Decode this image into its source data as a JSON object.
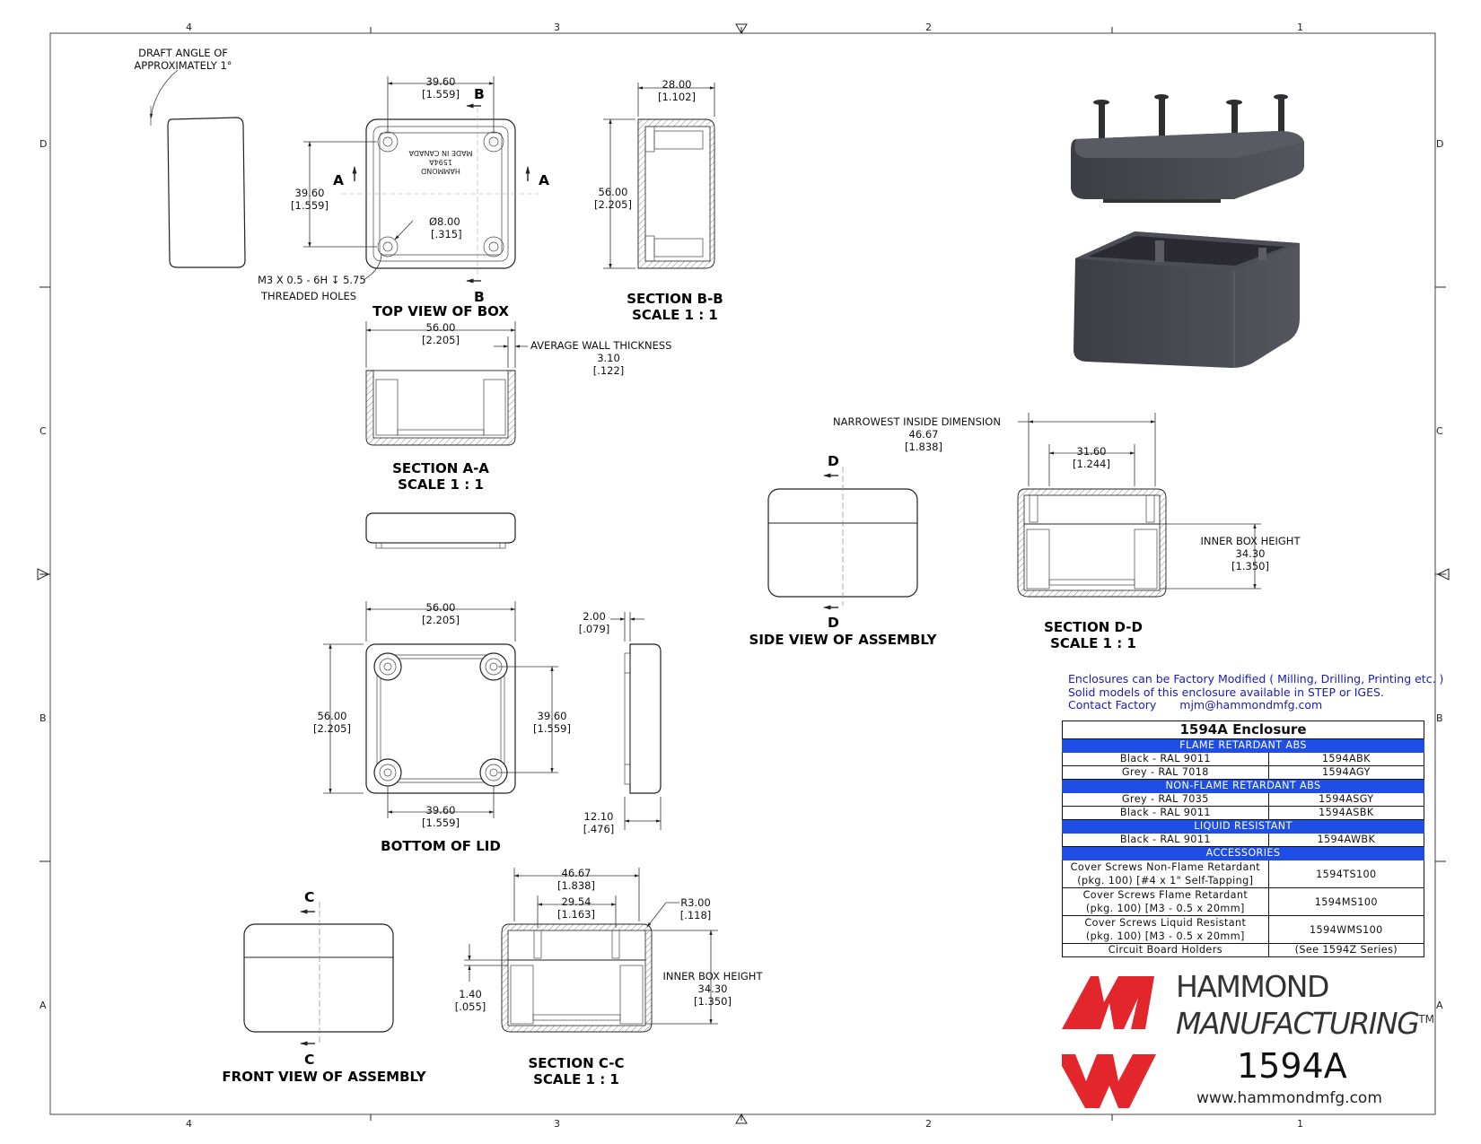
{
  "grid": {
    "columns": [
      "4",
      "3",
      "2",
      "1"
    ],
    "rows": [
      "D",
      "C",
      "B",
      "A"
    ]
  },
  "views": {
    "top_view": {
      "title": "TOP VIEW OF BOX",
      "width_dim": "39.60",
      "width_dim_in": "[1.559]",
      "height_dim": "39.60",
      "height_dim_in": "[1.559]",
      "hole_dia": "Ø8.00",
      "hole_dia_in": "[.315]",
      "thread_note_1": "M3 X 0.5 - 6H ↧ 5.75",
      "thread_note_2": "THREADED HOLES",
      "emboss_lines": [
        "HAMMOND",
        "1594A",
        "MADE IN CANADA"
      ],
      "marker_a": "A",
      "marker_b": "B"
    },
    "draft_note": {
      "line1": "DRAFT ANGLE OF",
      "line2": "APPROXIMATELY 1°"
    },
    "section_bb": {
      "title": "SECTION  B-B",
      "scale": "SCALE 1 : 1",
      "width_dim": "28.00",
      "width_dim_in": "[1.102]",
      "height_dim": "56.00",
      "height_dim_in": "[2.205]"
    },
    "section_aa": {
      "title": "SECTION  A-A",
      "scale": "SCALE 1 : 1",
      "width_dim": "56.00",
      "width_dim_in": "[2.205]",
      "wall_note": "AVERAGE WALL THICKNESS",
      "wall_dim": "3.10",
      "wall_dim_in": "[.122]"
    },
    "bottom_of_lid": {
      "title": "BOTTOM OF LID",
      "top_dim": "56.00",
      "top_dim_in": "[2.205]",
      "left_dim": "56.00",
      "left_dim_in": "[2.205]",
      "right_dim": "39.60",
      "right_dim_in": "[1.559]",
      "bottom_dim": "39.60",
      "bottom_dim_in": "[1.559]",
      "lip_dim": "2.00",
      "lip_dim_in": "[.079]",
      "lid_dim": "12.10",
      "lid_dim_in": "[.476]"
    },
    "side_view": {
      "title": "SIDE VIEW OF ASSEMBLY",
      "marker": "D"
    },
    "section_dd": {
      "title": "SECTION  D-D",
      "scale": "SCALE 1 : 1",
      "narrow_note": "NARROWEST INSIDE DIMENSION",
      "narrow_dim": "46.67",
      "narrow_dim_in": "[1.838]",
      "inner_dim": "31.60",
      "inner_dim_in": "[1.244]",
      "height_note": "INNER BOX HEIGHT",
      "height_dim": "34.30",
      "height_dim_in": "[1.350]"
    },
    "front_view": {
      "title": "FRONT VIEW OF ASSEMBLY",
      "marker": "C"
    },
    "section_cc": {
      "title": "SECTION  C-C",
      "scale": "SCALE 1 : 1",
      "outer_dim": "46.67",
      "outer_dim_in": "[1.838]",
      "inner_dim": "29.54",
      "inner_dim_in": "[1.163]",
      "radius_dim": "R3.00",
      "radius_dim_in": "[.118]",
      "height_note": "INNER BOX HEIGHT",
      "height_dim": "34.30",
      "height_dim_in": "[1.350]",
      "lip_dim": "1.40",
      "lip_dim_in": "[.055]"
    }
  },
  "notes": {
    "line1": "Enclosures can be Factory Modified ( Milling, Drilling, Printing etc. )",
    "line2": "Solid models of this enclosure available in STEP or IGES.",
    "contact_label": "Contact Factory",
    "contact_email": "mjm@hammondmfg.com"
  },
  "part_table": {
    "title": "1594A Enclosure",
    "sections": [
      {
        "header": "FLAME RETARDANT ABS",
        "rows": [
          [
            "Black - RAL 9011",
            "1594ABK"
          ],
          [
            "Grey - RAL 7018",
            "1594AGY"
          ]
        ]
      },
      {
        "header": "NON-FLAME RETARDANT ABS",
        "rows": [
          [
            "Grey - RAL 7035",
            "1594ASGY"
          ],
          [
            "Black - RAL 9011",
            "1594ASBK"
          ]
        ]
      },
      {
        "header": "LIQUID RESISTANT",
        "rows": [
          [
            "Black - RAL 9011",
            "1594AWBK"
          ]
        ]
      },
      {
        "header": "ACCESSORIES",
        "rows": [
          [
            "Cover Screws Non-Flame Retardant",
            "(pkg. 100) [#4 x 1\" Self-Tapping]",
            "1594TS100"
          ],
          [
            "Cover Screws Flame Retardant",
            "(pkg. 100) [M3 - 0.5 x 20mm]",
            "1594MS100"
          ],
          [
            "Cover Screws Liquid Resistant",
            "(pkg. 100) [M3 - 0.5 x 20mm]",
            "1594WMS100"
          ],
          [
            "Circuit Board Holders",
            "(See 1594Z Series)"
          ]
        ]
      }
    ]
  },
  "title_block": {
    "company_line1": "HAMMOND",
    "company_line2": "MANUFACTURING",
    "trademark": "TM",
    "part_number": "1594A",
    "website": "www.hammondmfg.com"
  },
  "colors": {
    "logo_red": "#e3262b",
    "table_header_blue": "#1e4ee6",
    "note_blue": "#1a1ab8",
    "enclosure": "#4a4a52"
  }
}
